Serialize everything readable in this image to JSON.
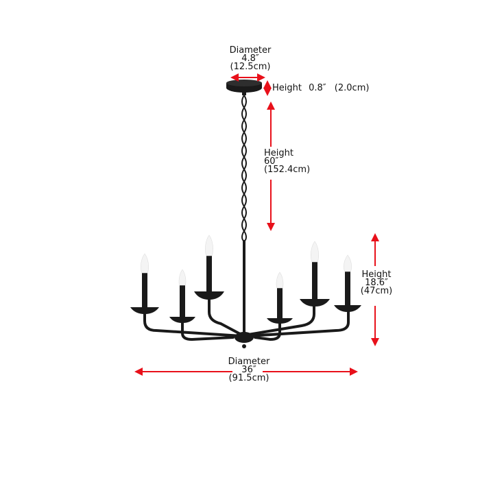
{
  "colors": {
    "dimension_line": "#e8101a",
    "fixture": "#1a1a1a",
    "bulb": "#f4f4f4",
    "text": "#111111"
  },
  "dimensions": {
    "canopy_diameter": {
      "label": "Diameter",
      "imperial": "4.8″",
      "metric": "(12.5cm)"
    },
    "canopy_height": {
      "label": "Height",
      "imperial": "0.8″",
      "metric": "(2.0cm)"
    },
    "chain_height": {
      "label": "Height",
      "imperial": "60″",
      "metric": "(152.4cm)"
    },
    "body_height": {
      "label": "Height",
      "imperial": "18.6″",
      "metric": "(47cm)"
    },
    "body_diameter": {
      "label": "Diameter",
      "imperial": "36″",
      "metric": "(91.5cm)"
    }
  },
  "product": {
    "type": "chandelier",
    "arms": 6
  }
}
